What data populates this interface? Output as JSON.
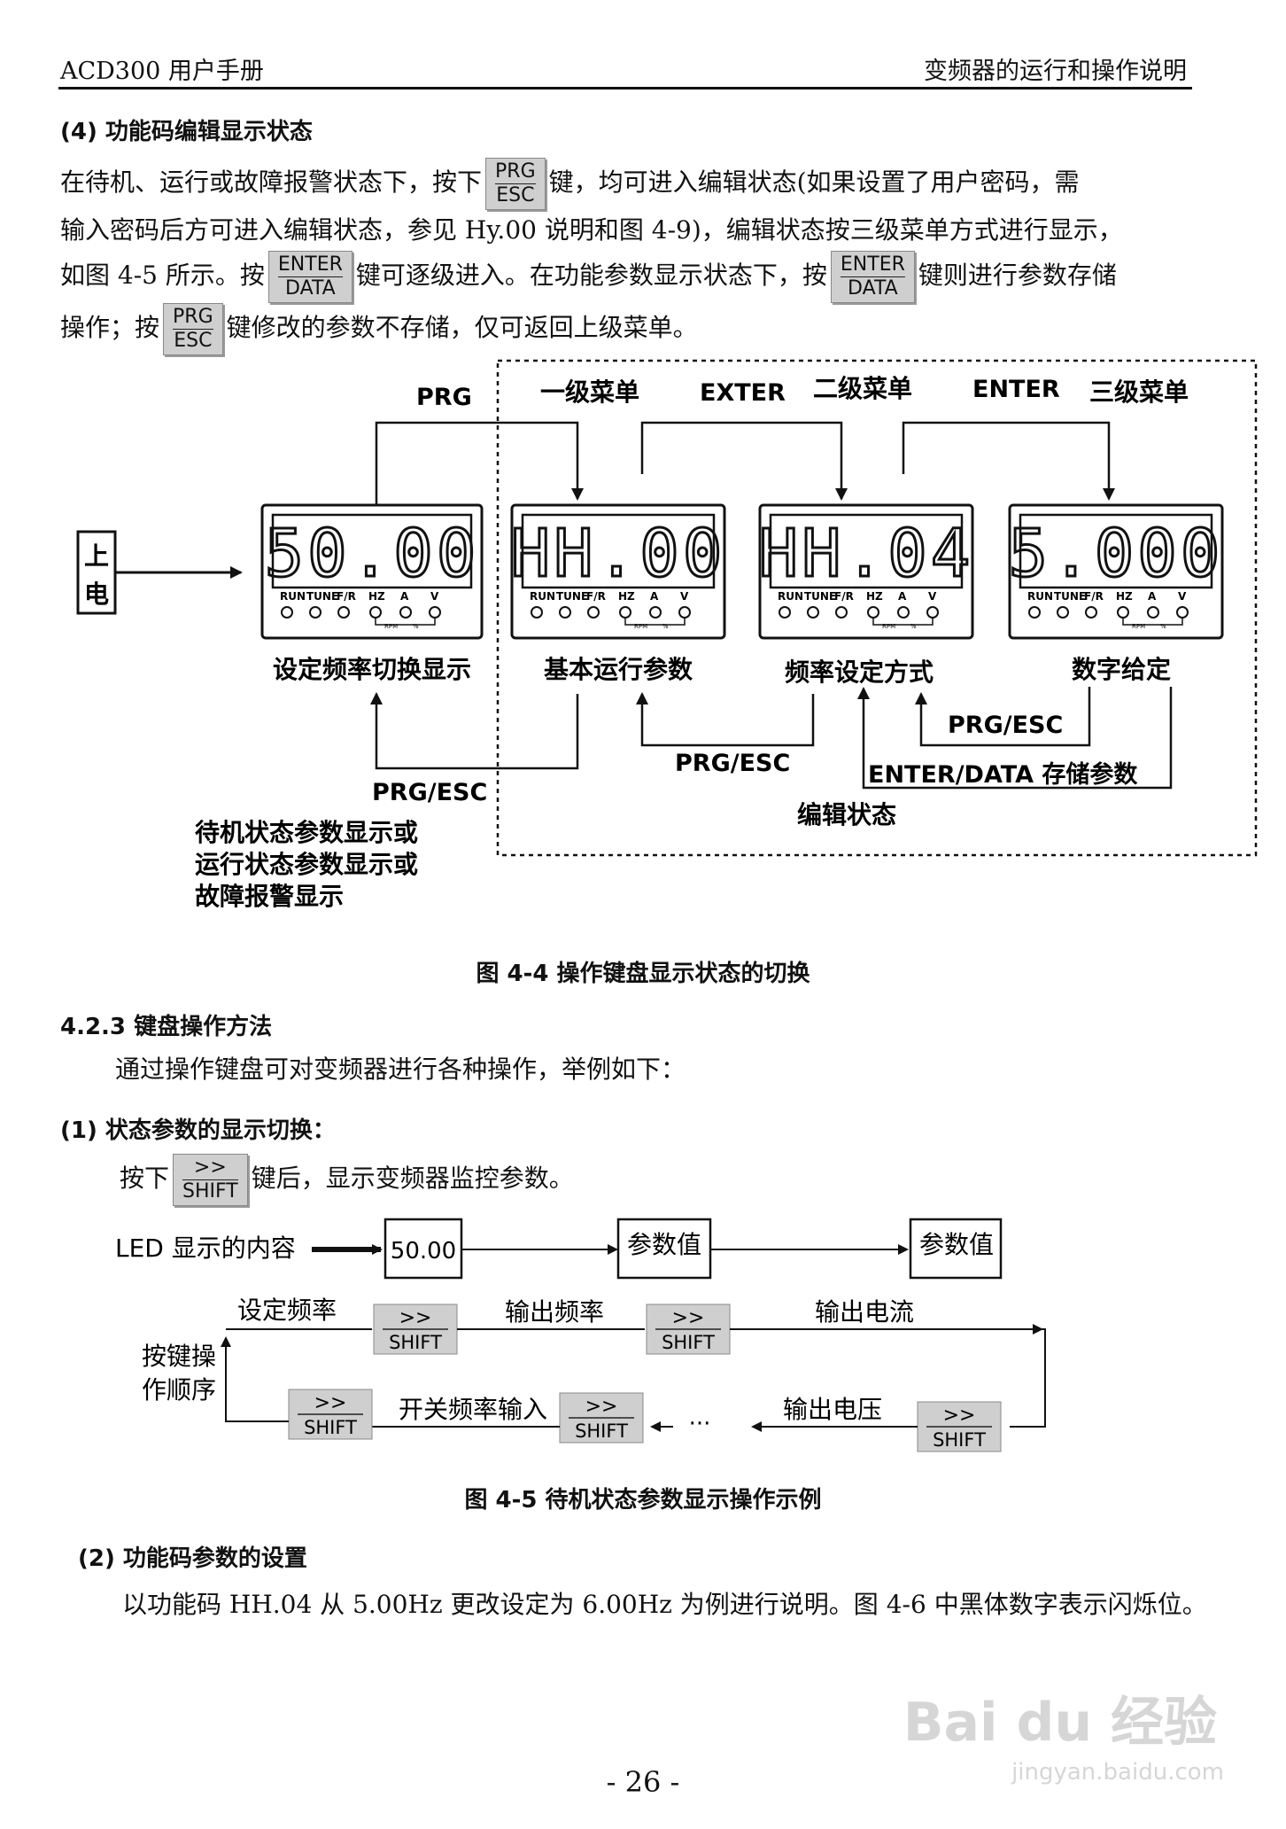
{
  "header": {
    "left": "ACD300 用户手册",
    "right": "变频器的运行和操作说明"
  },
  "section4": {
    "title": "(4) 功能码编辑显示状态",
    "p1": "在待机、运行或故障报警状态下，按下",
    "p1b": "键，均可进入编辑状态(如果设置了用户密码，需",
    "p2": "输入密码后方可进入编辑状态，参见 Hy.00 说明和图 4-9)，编辑状态按三级菜单方式进行显示，",
    "p3a": "如图 4-5 所示。按",
    "p3b": "键可逐级进入。在功能参数显示状态下，按",
    "p3c": "键则进行参数存储",
    "p4a": "操作；按",
    "p4b": "键修改的参数不存储，仅可返回上级菜单。"
  },
  "keys": {
    "prg_top": "PRG",
    "prg_bot": "ESC",
    "enter_top": "ENTER",
    "enter_bot": "DATA",
    "shift_top": ">>",
    "shift_bot": "SHIFT"
  },
  "fig44": {
    "power_on": [
      "上",
      "电"
    ],
    "arrow_prg": "PRG",
    "menu1": "一级菜单",
    "exter": "EXTER",
    "menu2": "二级菜单",
    "enter": "ENTER",
    "menu3": "三级菜单",
    "disp1": "50.00",
    "disp2": "HH.00",
    "disp3": "HH.04",
    "disp4": "5.000",
    "indicators": [
      "RUN",
      "TUNE",
      "F/R",
      "HZ",
      "A",
      "V"
    ],
    "ind_rpm": "RPM",
    "ind_pct": "%",
    "lbl1": "设定频率切换显示",
    "lbl2": "基本运行参数",
    "lbl3": "频率设定方式",
    "lbl4": "数字给定",
    "back1": "PRG/ESC",
    "back2": "PRG/ESC",
    "back3": "PRG/ESC",
    "store": "ENTER/DATA 存储参数",
    "edit_state": "编辑状态",
    "standby": [
      "待机状态参数显示或",
      "运行状态参数显示或",
      "故障报警显示"
    ],
    "caption": "图 4-4 操作键盘显示状态的切换"
  },
  "section423": {
    "title": "4.2.3  键盘操作方法",
    "intro": "通过操作键盘可对变频器进行各种操作，举例如下：",
    "sub1": "(1)  状态参数的显示切换：",
    "sub1_a": "按下",
    "sub1_b": "键后，显示变频器监控参数。"
  },
  "fig45": {
    "led_content": "LED 显示的内容",
    "box1": "50.00",
    "box2": "参数值",
    "box3": "参数值",
    "set_freq": "设定频率",
    "out_freq": "输出频率",
    "out_cur": "输出电流",
    "key_order": [
      "按键操",
      "作顺序"
    ],
    "switch_freq": "开关频率输入",
    "dots": "···",
    "out_volt": "输出电压",
    "caption": "图 4-5 待机状态参数显示操作示例"
  },
  "section2": {
    "title": "(2) 功能码参数的设置",
    "text": "以功能码 HH.04 从 5.00Hz 更改设定为 6.00Hz 为例进行说明。图 4-6 中黑体数字表示闪烁位。"
  },
  "watermark": {
    "brand": "Bai du 经验",
    "url": "jingyan.baidu.com"
  },
  "page_number": "- 26 -"
}
